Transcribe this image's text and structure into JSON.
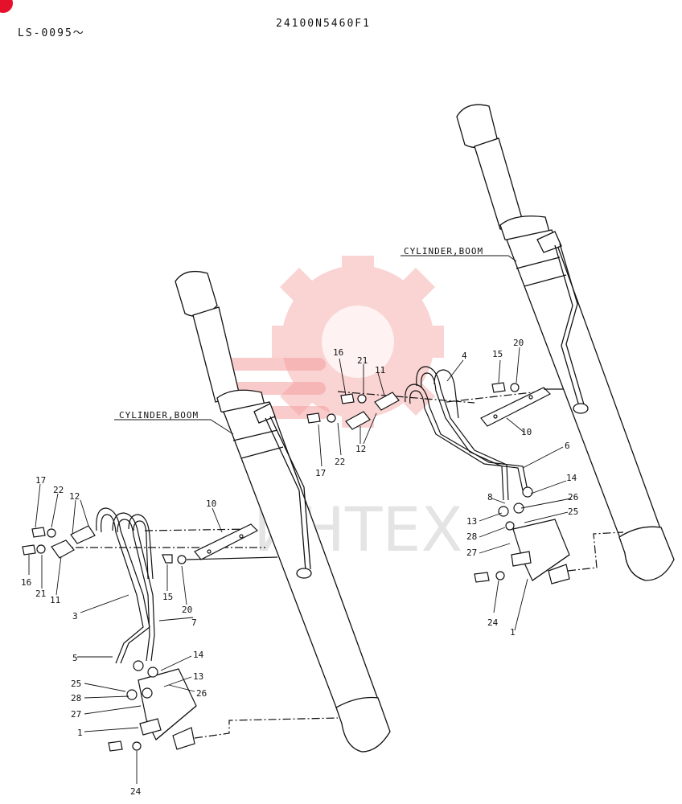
{
  "header": {
    "serial_range": "LS-0095～",
    "part_number": "24100N5460F1"
  },
  "cylinder_labels": [
    "CYLINDER,BOOM",
    "CYLINDER,BOOM"
  ],
  "watermark": {
    "text": "ИНТЕХ",
    "gear_color": "#f4a0a0",
    "text_color": "#cfcfcf"
  },
  "left_callouts": {
    "n1": "1",
    "n3": "3",
    "n5": "5",
    "n7": "7",
    "n10": "10",
    "n11": "11",
    "n12": "12",
    "n13": "13",
    "n14": "14",
    "n15": "15",
    "n16": "16",
    "n17": "17",
    "n20": "20",
    "n21": "21",
    "n22": "22",
    "n24": "24",
    "n25": "25",
    "n26": "26",
    "n27": "27",
    "n28": "28"
  },
  "right_callouts": {
    "n1": "1",
    "n4": "4",
    "n6": "6",
    "n8": "8",
    "n10": "10",
    "n11": "11",
    "n12": "12",
    "n13": "13",
    "n14": "14",
    "n15": "15",
    "n16": "16",
    "n17": "17",
    "n20": "20",
    "n21": "21",
    "n22": "22",
    "n24": "24",
    "n25": "25",
    "n26": "26",
    "n27": "27",
    "n28": "28"
  },
  "colors": {
    "line": "#111111",
    "accent_dot": "#e5102a"
  }
}
